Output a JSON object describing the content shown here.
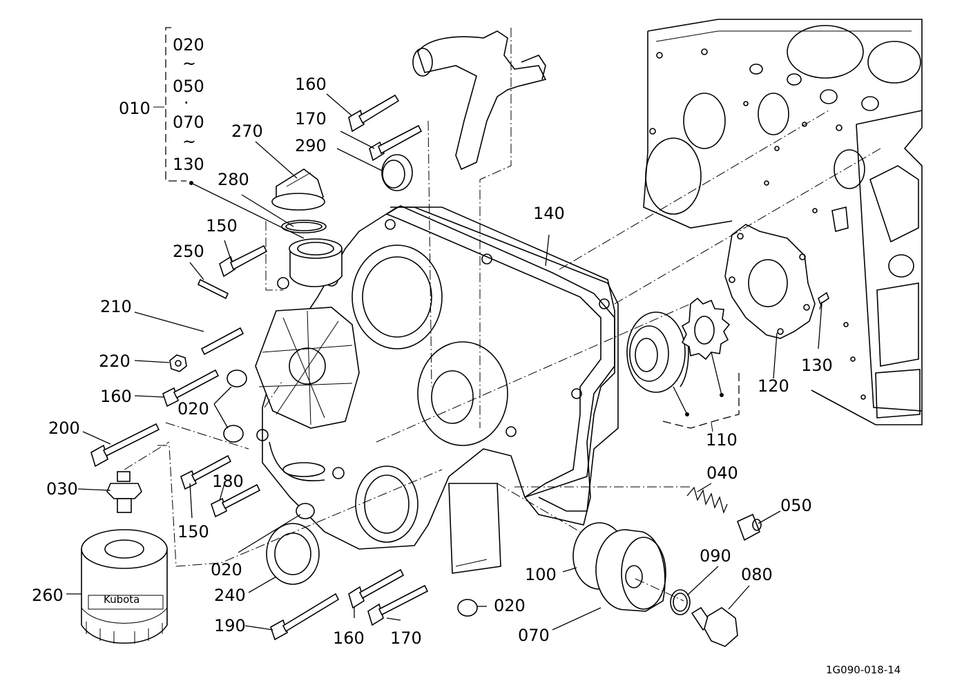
{
  "diagram": {
    "code": "1G090-018-14",
    "brand_mark": "Kubota",
    "group_010": {
      "label": "010",
      "range": [
        "020",
        "~",
        "050",
        "·",
        "070",
        "~",
        "130"
      ]
    },
    "callouts": {
      "c160a": "160",
      "c170a": "170",
      "c290": "290",
      "c270": "270",
      "c280": "280",
      "c140": "140",
      "c150a": "150",
      "c250": "250",
      "c210": "210",
      "c220": "220",
      "c160b": "160",
      "c020a": "020",
      "c200": "200",
      "c030": "030",
      "c180": "180",
      "c150b": "150",
      "c020b": "020",
      "c240": "240",
      "c260": "260",
      "c190": "190",
      "c160c": "160",
      "c170b": "170",
      "c020c": "020",
      "c110": "110",
      "c120": "120",
      "c130": "130",
      "c040": "040",
      "c050": "050",
      "c100": "100",
      "c090": "090",
      "c080": "080",
      "c070": "070"
    }
  }
}
